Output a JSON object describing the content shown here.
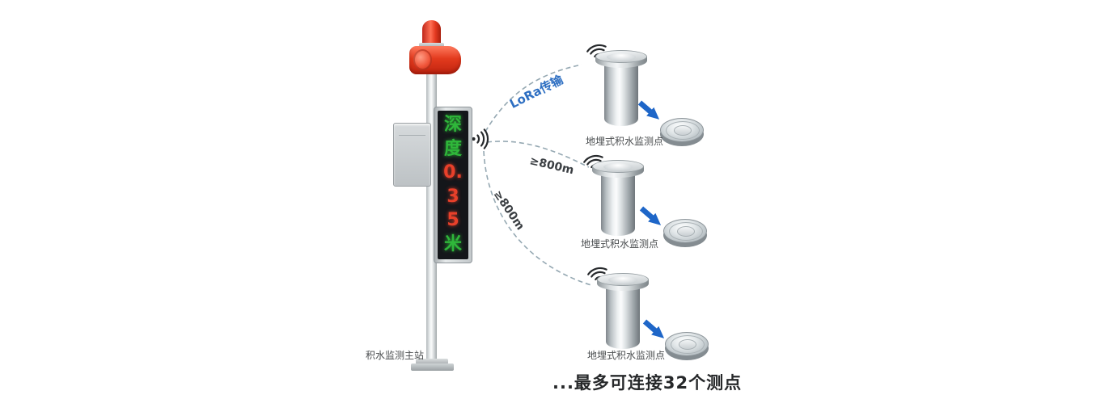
{
  "diagram": {
    "station": {
      "label": "积水监测主站",
      "display_reading": "深度0.35米",
      "display_rows": [
        "深",
        "度",
        "0.",
        "3",
        "5",
        "米"
      ]
    },
    "links": [
      {
        "label": "LoRa传输"
      },
      {
        "label": "≥800m"
      },
      {
        "label": "≥800m"
      }
    ],
    "sensors": [
      {
        "label": "地埋式积水监测点"
      },
      {
        "label": "地埋式积水监测点"
      },
      {
        "label": "地埋式积水监测点"
      }
    ],
    "footer_note": "...最多可连接32个测点",
    "colors": {
      "led_green": "#2fb73a",
      "led_red": "#e8402a",
      "lora_label_blue": "#2e6fc2",
      "arrow_blue": "#1e66c8",
      "alarm_red": "#d92a14",
      "dashed_link_gray": "#95a8b2"
    },
    "icons": {
      "wifi": "signal-arcs",
      "arrow": "solid-triangle-arrow",
      "beacon": "red-dome-lamp"
    }
  }
}
